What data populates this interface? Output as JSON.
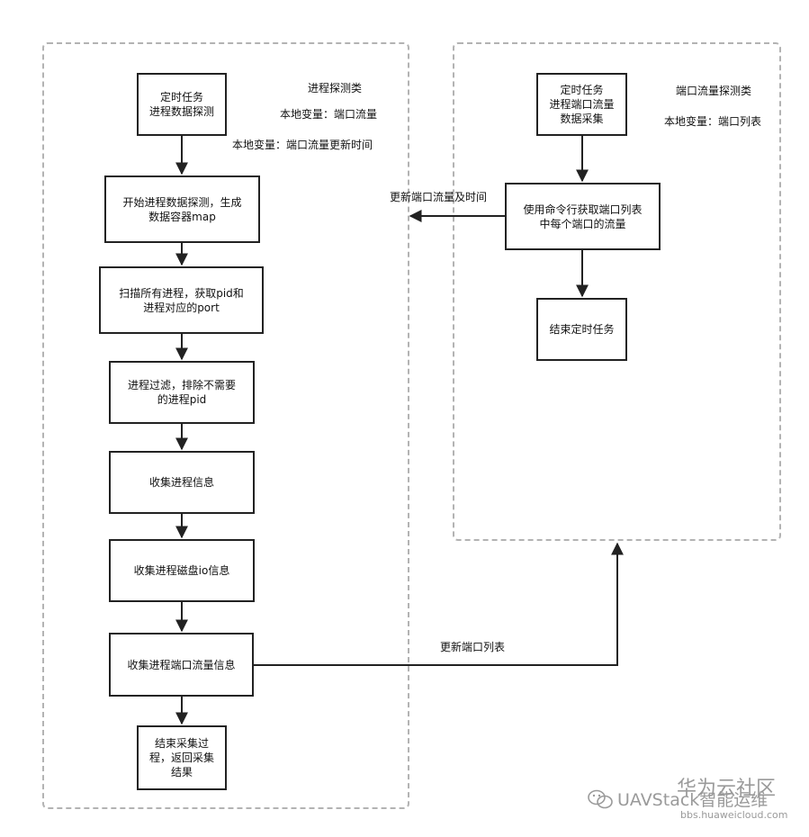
{
  "left_group": {
    "title": "进程探测类",
    "var1": "本地变量：端口流量",
    "var2": "本地变量：端口流量更新时间"
  },
  "right_group": {
    "title": "端口流量探测类",
    "var1": "本地变量：端口列表"
  },
  "left_flow": {
    "timer": "定时任务\n进程数据探测",
    "start": "开始进程数据探测，生成\n数据容器map",
    "scan": "扫描所有进程，获取pid和\n进程对应的port",
    "filter": "进程过滤，排除不需要\n的进程pid",
    "collect_info": "收集进程信息",
    "collect_io": "收集进程磁盘io信息",
    "collect_port": "收集进程端口流量信息",
    "end": "结束采集过\n程，返回采集\n结果"
  },
  "right_flow": {
    "timer": "定时任务\n进程端口流量\n数据采集",
    "cmd": "使用命令行获取端口列表\n中每个端口的流量",
    "end": "结束定时任务"
  },
  "edge_labels": {
    "update_traffic": "更新端口流量及时间",
    "update_list": "更新端口列表"
  },
  "watermark": {
    "brand": "UAVStack智能运维",
    "site": "华为云社区",
    "url": "bbs.huaweicloud.com"
  }
}
